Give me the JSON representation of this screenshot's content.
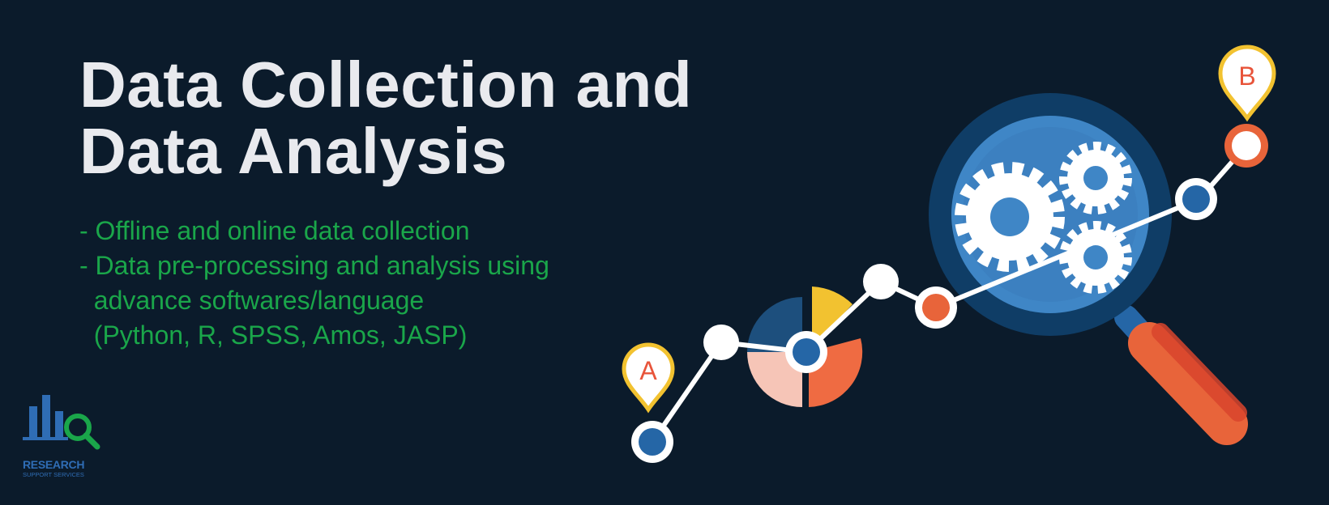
{
  "headline": {
    "line1": "Data Collection and",
    "line2": "Data Analysis"
  },
  "bullets": [
    "- Offline and online data collection",
    "- Data pre-processing and analysis using",
    "  advance softwares/language",
    "  (Python, R, SPSS, Amos, JASP)"
  ],
  "logo": {
    "title": "RESEARCH",
    "subtitle": "SUPPORT SERVICES"
  },
  "pins": {
    "start": "A",
    "end": "B"
  },
  "colors": {
    "background": "#0b1b2b",
    "headline": "#e9eaee",
    "bullets": "#1aa64a",
    "brand_blue": "#2f6db5",
    "brand_green": "#1aa64a",
    "accent_orange": "#e8643a",
    "accent_yellow": "#f2c230",
    "node_blue": "#2566a6",
    "lens_blue": "#3f86c6"
  },
  "icons": [
    "logo-bars-icon",
    "logo-magnifier-icon",
    "magnifier-icon",
    "gear-icon",
    "pie-chart-icon",
    "map-pin-icon"
  ]
}
